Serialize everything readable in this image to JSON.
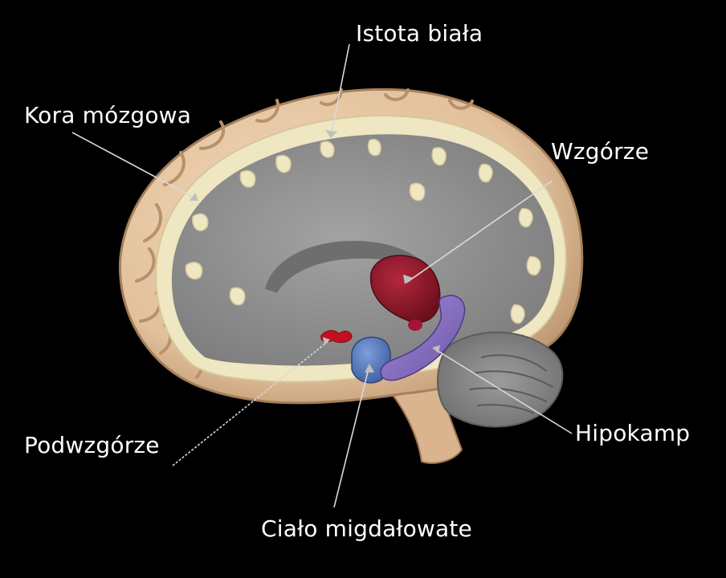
{
  "labels": {
    "white_matter": "Istota biała",
    "cerebral_cortex": "Kora mózgowa",
    "thalamus": "Wzgórze",
    "hippocampus": "Hipokamp",
    "hypothalamus": "Podwzgórze",
    "amygdala": "Ciało migdałowate"
  },
  "colors": {
    "background": "#000000",
    "cortex": "#e8c9a6",
    "white_matter_rim": "#efe6c2",
    "section_gray": "#8e8e8e",
    "thalamus": "#8e1a2a",
    "hypothalamus": "#c4101e",
    "amygdala": "#5b7fc0",
    "hippocampus": "#8a72c4",
    "leader_line": "#d9d9d9",
    "label_text": "#ffffff"
  }
}
